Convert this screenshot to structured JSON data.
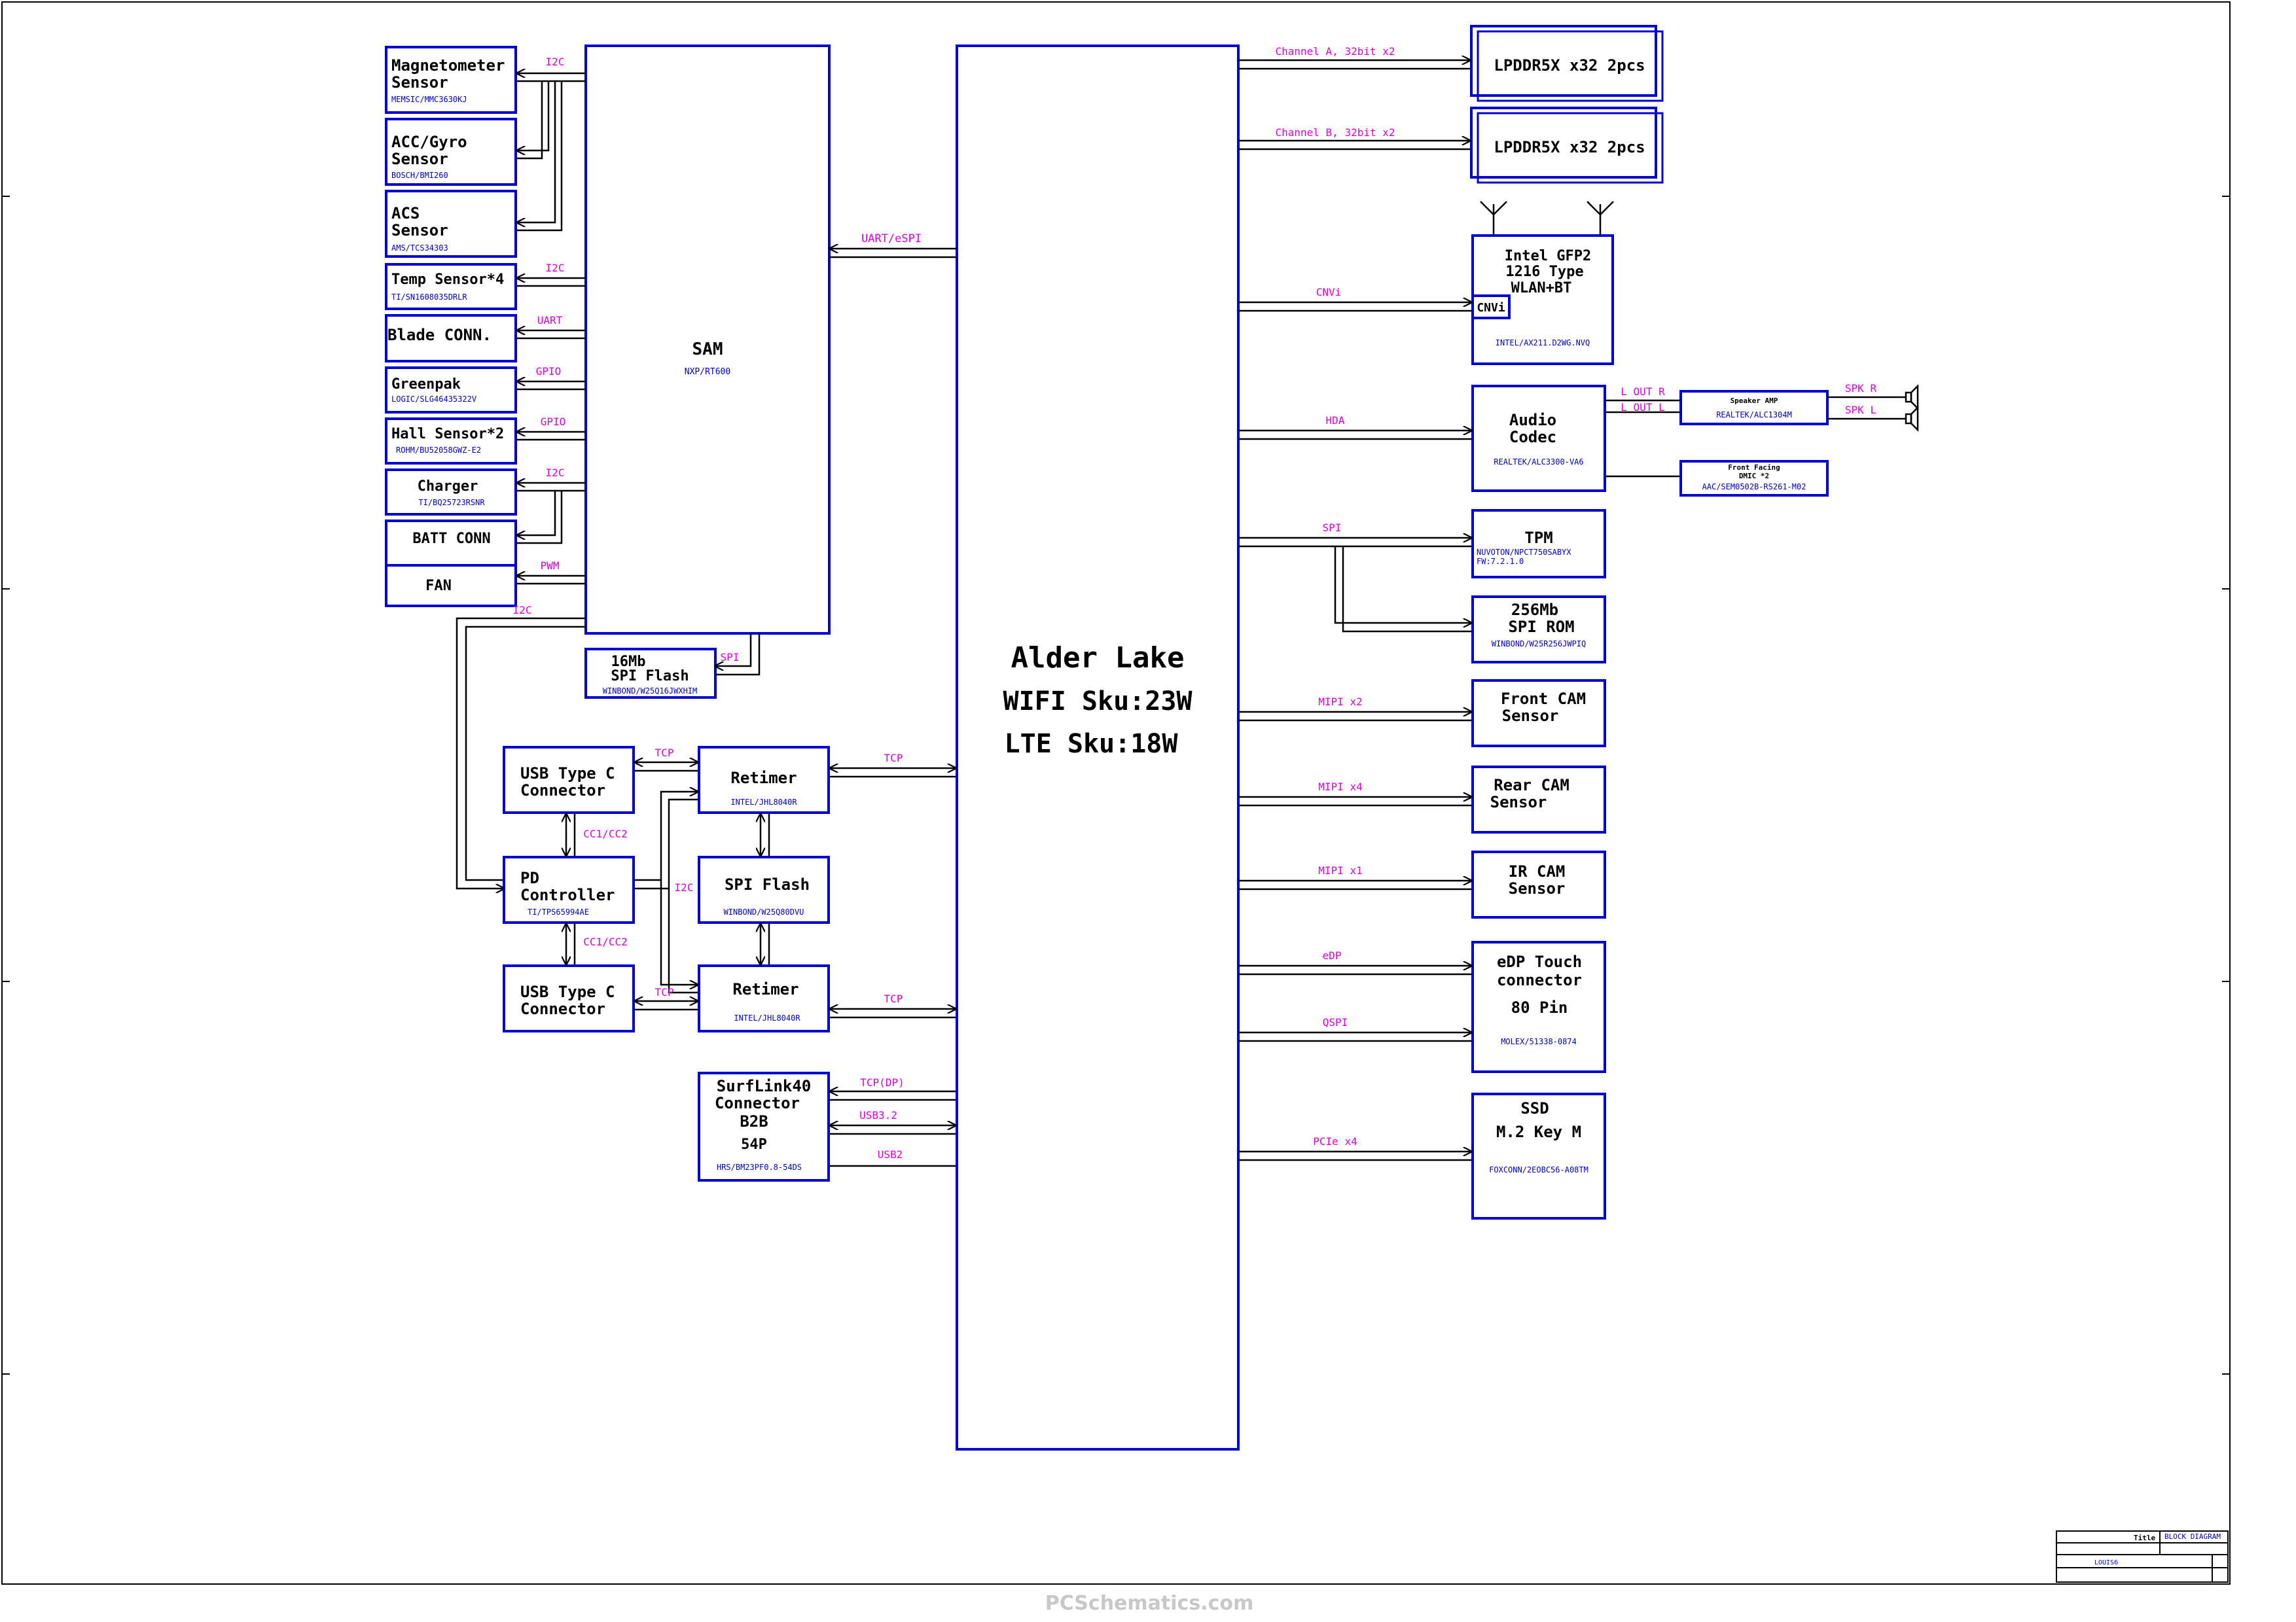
{
  "colors": {
    "box_stroke": "#0000d0",
    "sub_text": "#0000d0",
    "bus_label": "#e000e0",
    "line": "#000000"
  },
  "cpu": {
    "title": "Alder Lake",
    "line1": "WIFI Sku:23W",
    "line2": "LTE Sku:18W"
  },
  "sam": {
    "title": "SAM",
    "part": "NXP/RT600"
  },
  "left_sensors": [
    {
      "title1": "Magnetometer",
      "title2": "Sensor",
      "part": "MEMSIC/MMC3630KJ"
    },
    {
      "title1": "ACC/Gyro",
      "title2": "Sensor",
      "part": "BOSCH/BMI260"
    },
    {
      "title1": "ACS",
      "title2": "Sensor",
      "part": "AMS/TCS34303"
    },
    {
      "title1": "Temp Sensor*4",
      "part": "TI/SN1608035DRLR"
    },
    {
      "title1": "Blade CONN."
    },
    {
      "title1": "Greenpak",
      "part": "LOGIC/SLG46435322V"
    },
    {
      "title1": "Hall Sensor*2",
      "part": "ROHM/BU52058GWZ-E2"
    },
    {
      "title1": "Charger",
      "part": "TI/BQ25723RSNR"
    },
    {
      "title1": "BATT CONN"
    },
    {
      "title1": "FAN"
    }
  ],
  "left_bus_labels": [
    "I2C",
    "I2C",
    "UART",
    "GPIO",
    "GPIO",
    "I2C",
    "PWM",
    "I2C"
  ],
  "sam_bus": {
    "uart": "UART/eSPI",
    "spi": "SPI"
  },
  "spi_flash_16": {
    "title1": "16Mb",
    "title2": "SPI Flash",
    "part": "WINBOND/W25Q16JWXHIM"
  },
  "usb_c_top": {
    "title1": "USB Type C",
    "title2": "Connector"
  },
  "usb_c_bottom": {
    "title1": "USB Type C",
    "title2": "Connector"
  },
  "pd": {
    "title1": "PD",
    "title2": "Controller",
    "part": "TI/TPS65994AE"
  },
  "retimer_top": {
    "title": "Retimer",
    "part": "INTEL/JHL8040R"
  },
  "retimer_bottom": {
    "title": "Retimer",
    "part": "INTEL/JHL8040R"
  },
  "spi_flash_mid": {
    "title": "SPI Flash",
    "part": "WINBOND/W25Q80DVU"
  },
  "surflink": {
    "title1": "SurfLink40",
    "title2": "Connector",
    "title3": "B2B",
    "title4": "54P",
    "part": "HRS/BM23PF0.8-54DS"
  },
  "mid_bus": {
    "tcp1": "TCP",
    "tcp2": "TCP",
    "cc1": "CC1/CC2",
    "cc2": "CC1/CC2",
    "i2c": "I2C",
    "tcp3": "TCP",
    "tcp4": "TCP"
  },
  "surflink_bus": {
    "a": "TCP(DP)",
    "b": "USB3.2",
    "c": "USB2"
  },
  "right_bus": {
    "ch_a": "Channel A, 32bit x2",
    "ch_b": "Channel B, 32bit x2",
    "cnvi": "CNVi",
    "hda": "HDA",
    "spi": "SPI",
    "mipi2": "MIPI x2",
    "mipi4": "MIPI x4",
    "mipi1": "MIPI x1",
    "edp": "eDP",
    "qspi": "QSPI",
    "pcie": "PCIe x4",
    "lout_r": "L OUT R",
    "lout_l": "L OUT L",
    "spk_r": "SPK R",
    "spk_l": "SPK L"
  },
  "lpddr_a": "LPDDR5X x32 2pcs",
  "lpddr_b": "LPDDR5X x32 2pcs",
  "wlan": {
    "title1": "Intel GFP2",
    "title2": "1216 Type",
    "title3": "WLAN+BT",
    "port": "CNVi",
    "part": "INTEL/AX211.D2WG.NVQ"
  },
  "audio": {
    "title1": "Audio",
    "title2": "Codec",
    "part": "REALTEK/ALC3300-VA6"
  },
  "spk_amp": {
    "title": "Speaker AMP",
    "part": "REALTEK/ALC1304M"
  },
  "dmic": {
    "title1": "Front Facing",
    "title2": "DMIC *2",
    "part": "AAC/SEM0502B-RS261-M02"
  },
  "tpm": {
    "title": "TPM",
    "part1": "NUVOTON/NPCT750SABYX",
    "part2": "FW:7.2.1.0"
  },
  "spi_rom": {
    "title1": "256Mb",
    "title2": "SPI ROM",
    "part": "WINBOND/W25R256JWPIQ"
  },
  "front_cam": {
    "title1": "Front CAM",
    "title2": "Sensor"
  },
  "rear_cam": {
    "title1": "Rear CAM",
    "title2": "Sensor"
  },
  "ir_cam": {
    "title1": "IR CAM",
    "title2": "Sensor"
  },
  "edp": {
    "title1": "eDP  Touch",
    "title2": "connector",
    "title3": "80 Pin",
    "part": "MOLEX/51338-0874"
  },
  "ssd": {
    "title1": "SSD",
    "title2": "M.2 Key M",
    "part": "FOXCONN/2EOBC56-A08TM"
  },
  "title_block": {
    "label": "Title",
    "name": "BLOCK DIAGRAM",
    "sub": "LOUIS6"
  },
  "watermark": "PCSchematics.com"
}
